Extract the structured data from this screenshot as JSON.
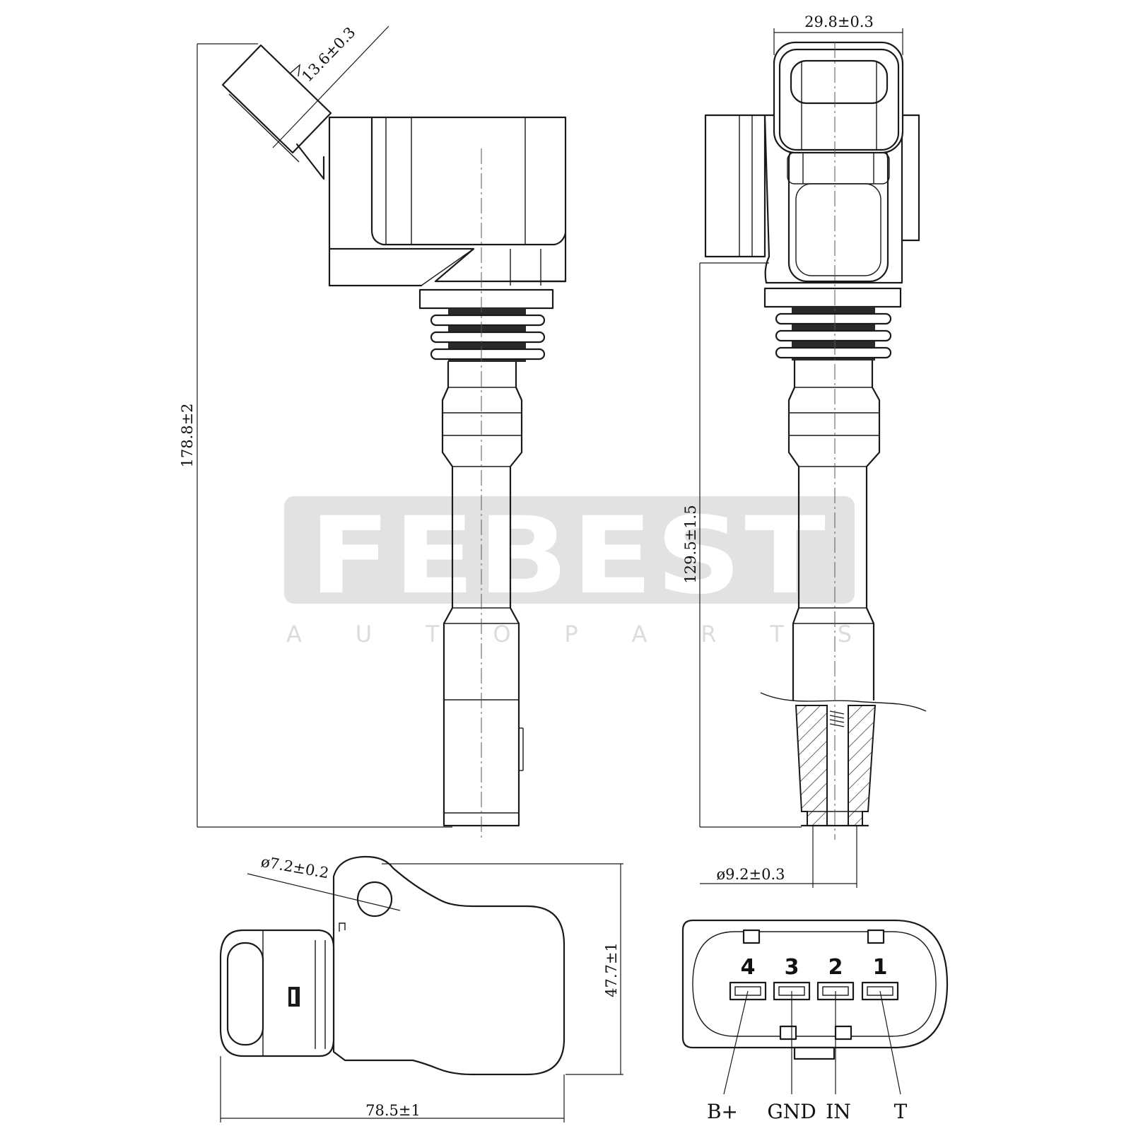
{
  "watermark": {
    "brand": "FEBEST",
    "tagline": "A U T O     P A R T S"
  },
  "dimensions": {
    "total_length": "178.8±2",
    "connector_width": "13.6±0.3",
    "head_width": "29.8±0.3",
    "boot_length": "129.5±1.5",
    "hole_diameter": "ø7.2±0.2",
    "tip_diameter": "ø9.2±0.3",
    "body_length": "78.5±1",
    "body_width": "47.7±1"
  },
  "connector": {
    "pins": [
      {
        "number": "4",
        "signal": "B+"
      },
      {
        "number": "3",
        "signal": "GND"
      },
      {
        "number": "2",
        "signal": "IN"
      },
      {
        "number": "1",
        "signal": "T"
      }
    ]
  }
}
